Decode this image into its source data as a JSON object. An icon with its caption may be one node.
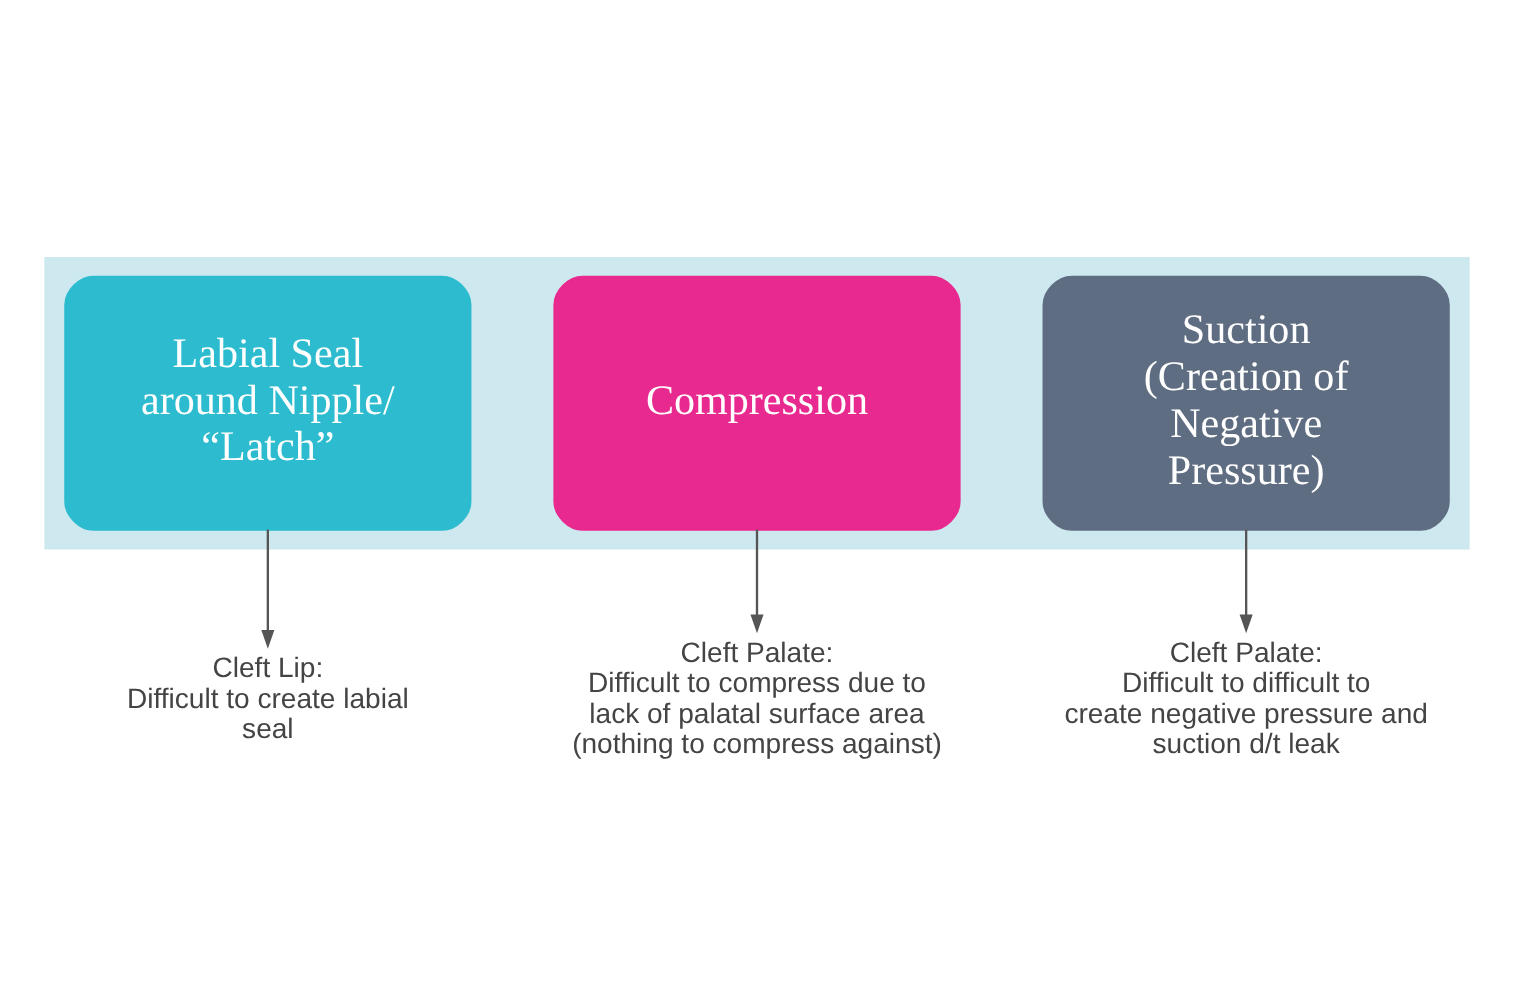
{
  "diagram": {
    "nodes": [
      {
        "text": [],
        "shape": "arrow"
      },
      {
        "text": [
          "Labial Seal around Nipple/ “Latch”"
        ],
        "in": 0
      },
      {
        "text": [
          "Compression"
        ],
        "in": 0
      },
      {
        "text": [
          "Suction (Creation of Negative Pressure)"
        ],
        "in": 0
      },
      {
        "text": [
          "Cleft Lip:",
          "Difficult to create labial seal"
        ]
      },
      {
        "text": [
          "Cleft Palate:",
          "Difficult to compress due to lack of palatal surface area (nothing to compress against)"
        ]
      },
      {
        "text": [
          "Cleft Palate:",
          "Difficult to difficult to create negative pressure and suction d/t leak"
        ]
      }
    ],
    "edges": [
      {
        "from": 1,
        "to": 4,
        "arrow": "to"
      },
      {
        "from": 2,
        "to": 5,
        "arrow": "to"
      },
      {
        "from": 3,
        "to": 6,
        "arrow": "to"
      }
    ]
  }
}
